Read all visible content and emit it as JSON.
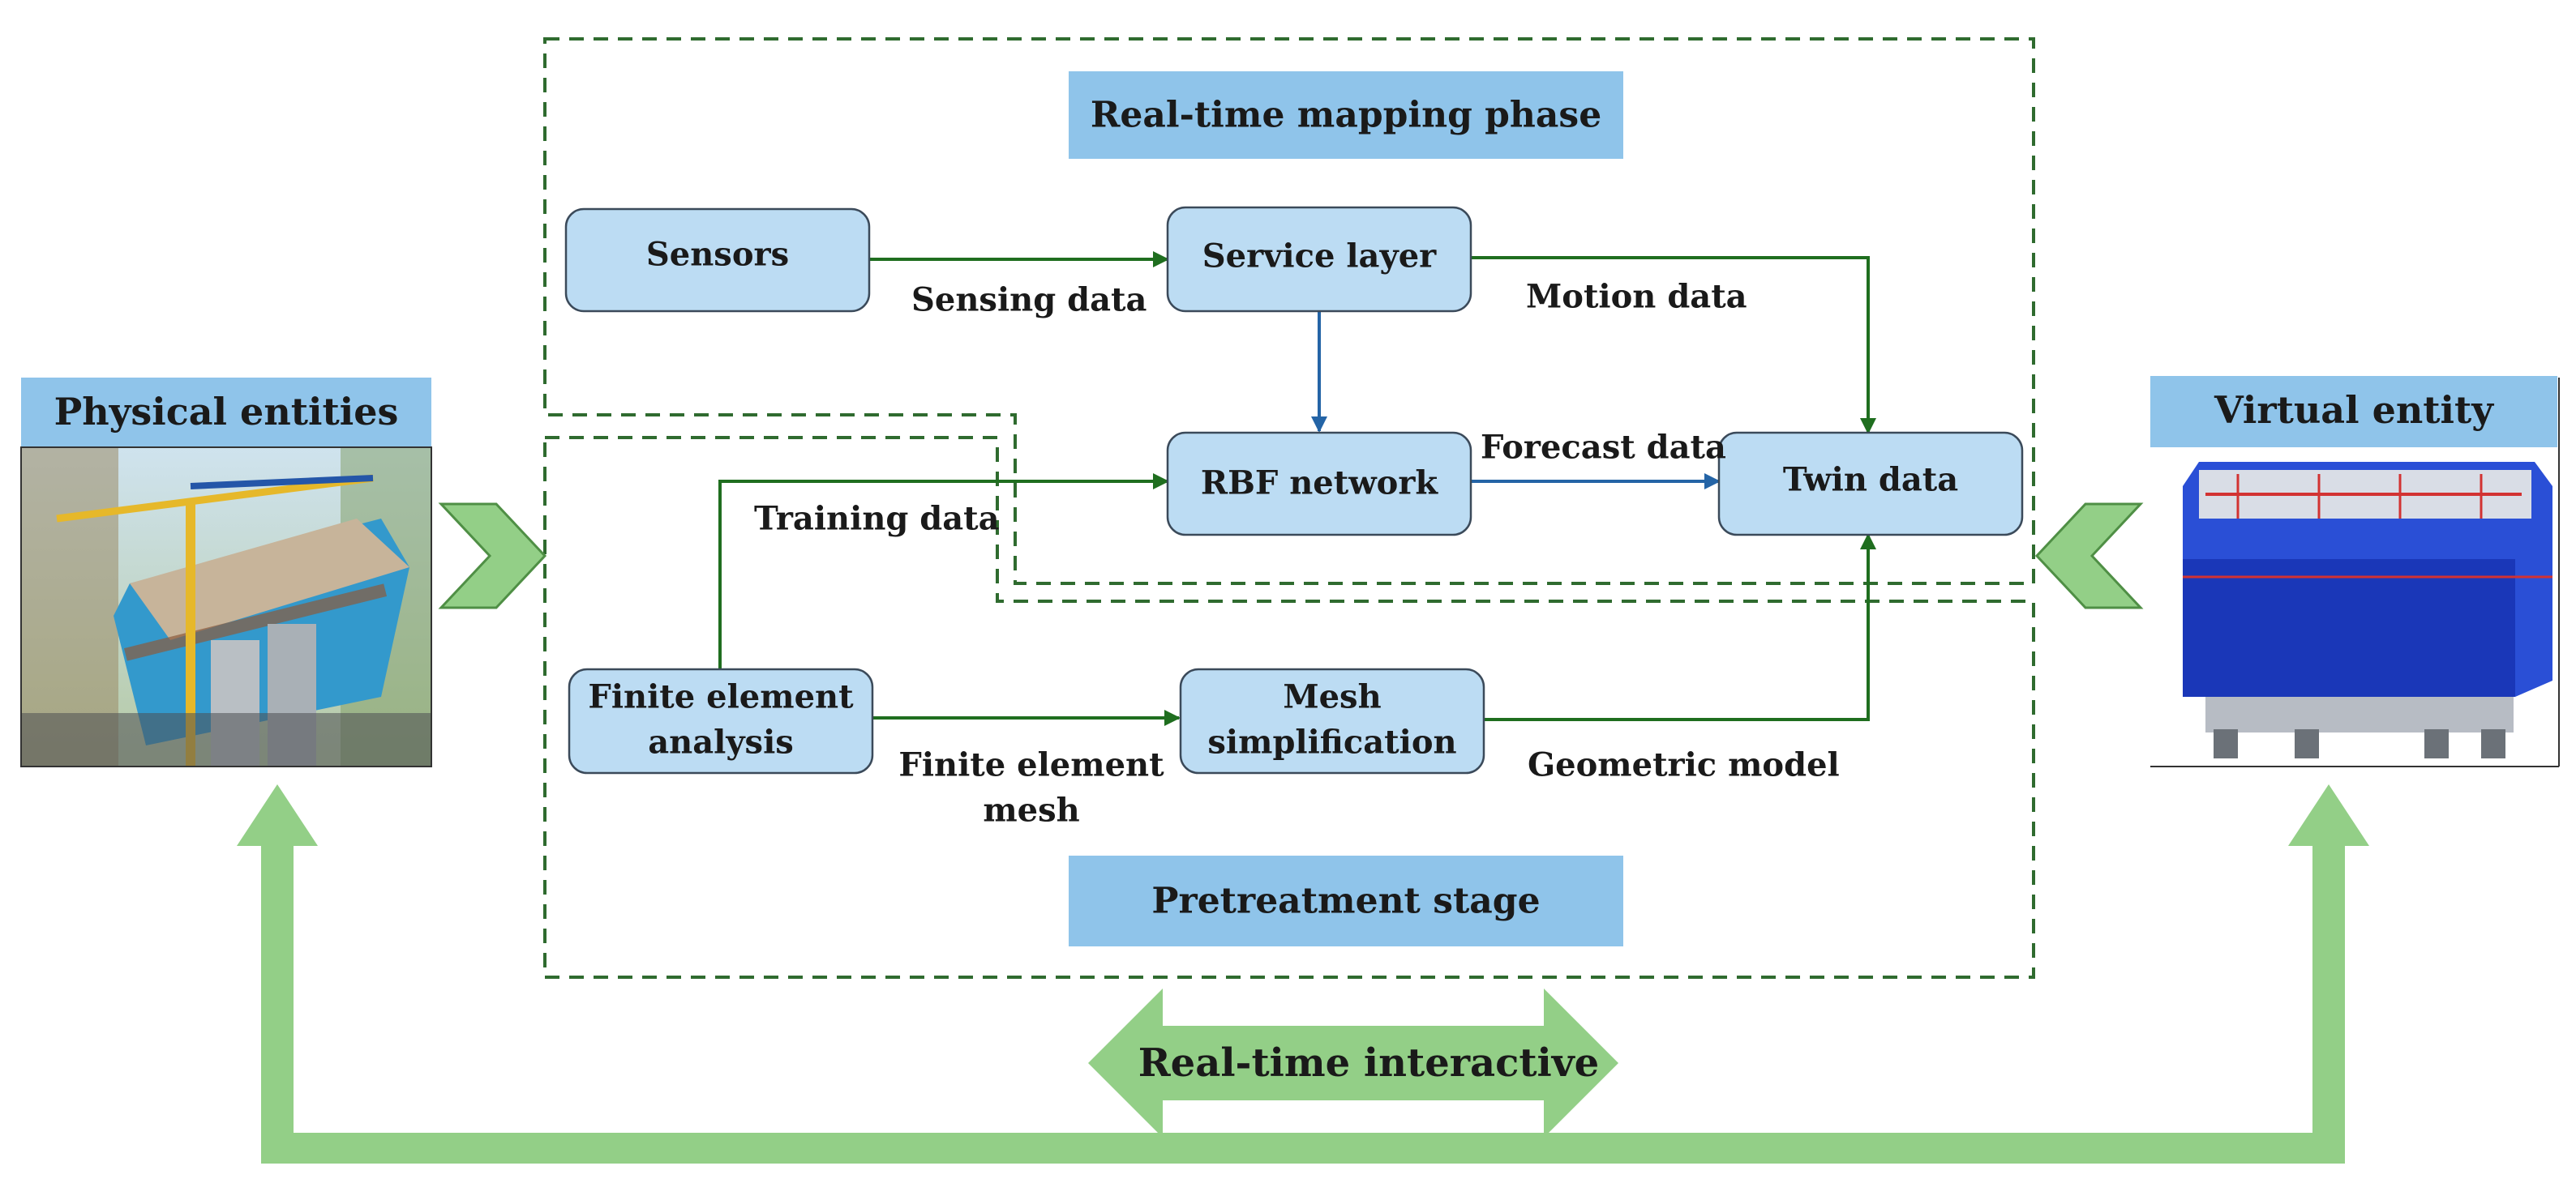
{
  "phases": {
    "realtime": "Real-time mapping phase",
    "pretreatment": "Pretreatment stage"
  },
  "entities": {
    "physical": "Physical entities",
    "virtual": "Virtual entity"
  },
  "nodes": {
    "sensors": "Sensors",
    "service_layer": "Service layer",
    "rbf_network": "RBF network",
    "twin_data": "Twin data",
    "fea_line1": "Finite element",
    "fea_line2": "analysis",
    "mesh_line1": "Mesh",
    "mesh_line2": "simplification"
  },
  "edge_labels": {
    "sensing_data": "Sensing data",
    "motion_data": "Motion data",
    "forecast_data": "Forecast data",
    "training_data": "Training data",
    "fe_mesh_line1": "Finite element",
    "fe_mesh_line2": "mesh",
    "geometric_model": "Geometric model"
  },
  "interaction": {
    "label": "Real-time interactive"
  },
  "colors": {
    "node_fill": "#bcdcf3",
    "phase_fill": "#8fc4ea",
    "green_edge": "#1f6e1f",
    "blue_edge": "#2464a6",
    "dashed_border": "#2f6b2f",
    "light_green": "#93cf87"
  }
}
